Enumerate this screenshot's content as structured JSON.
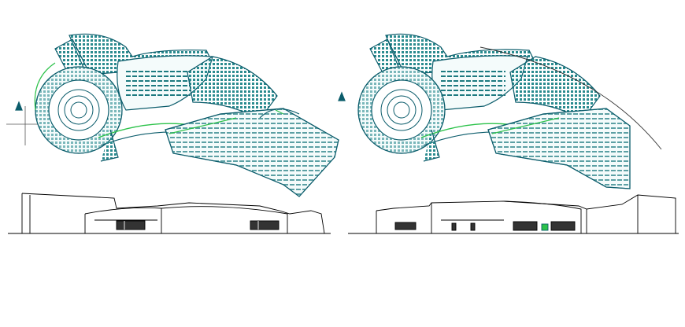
{
  "drawing": {
    "sheet_label": "",
    "colors": {
      "wall": "#0b5c6b",
      "fill": "#2a8b8f",
      "accent": "#2cc24a",
      "line": "#000000",
      "background": "#ffffff"
    },
    "views": [
      {
        "kind": "floor-plan",
        "position": "top-left"
      },
      {
        "kind": "floor-plan",
        "position": "top-right"
      },
      {
        "kind": "elevation",
        "position": "bottom-left"
      },
      {
        "kind": "elevation",
        "position": "bottom-right"
      }
    ]
  }
}
